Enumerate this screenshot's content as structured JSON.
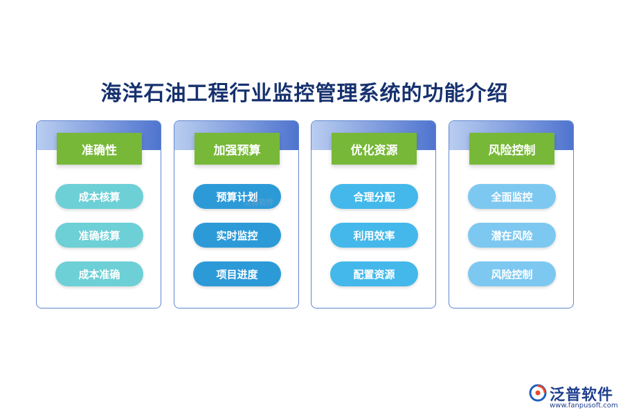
{
  "title": "海洋石油工程行业监控管理系统的功能介绍",
  "colors": {
    "title": "#16316e",
    "header_green": "#78b839",
    "card_border": "#5f86cf",
    "pill_teal": "#6dd0d6",
    "pill_blue": "#2d9ad8",
    "pill_sky": "#44b8ea",
    "pill_light": "#7dc8f1"
  },
  "cards": [
    {
      "heading": "准确性",
      "items": [
        "成本核算",
        "准确核算",
        "成本准确"
      ]
    },
    {
      "heading": "加强预算",
      "items": [
        "预算计划",
        "实时监控",
        "项目进度"
      ]
    },
    {
      "heading": "优化资源",
      "items": [
        "合理分配",
        "利用效率",
        "配置资源"
      ]
    },
    {
      "heading": "风险控制",
      "items": [
        "全面监控",
        "潜在风险",
        "风险控制"
      ]
    }
  ],
  "watermark": "泛普软件",
  "logo": {
    "name": "泛普软件",
    "url": "www.fanpusoft.com",
    "icon": "fanpu-logo-icon"
  }
}
